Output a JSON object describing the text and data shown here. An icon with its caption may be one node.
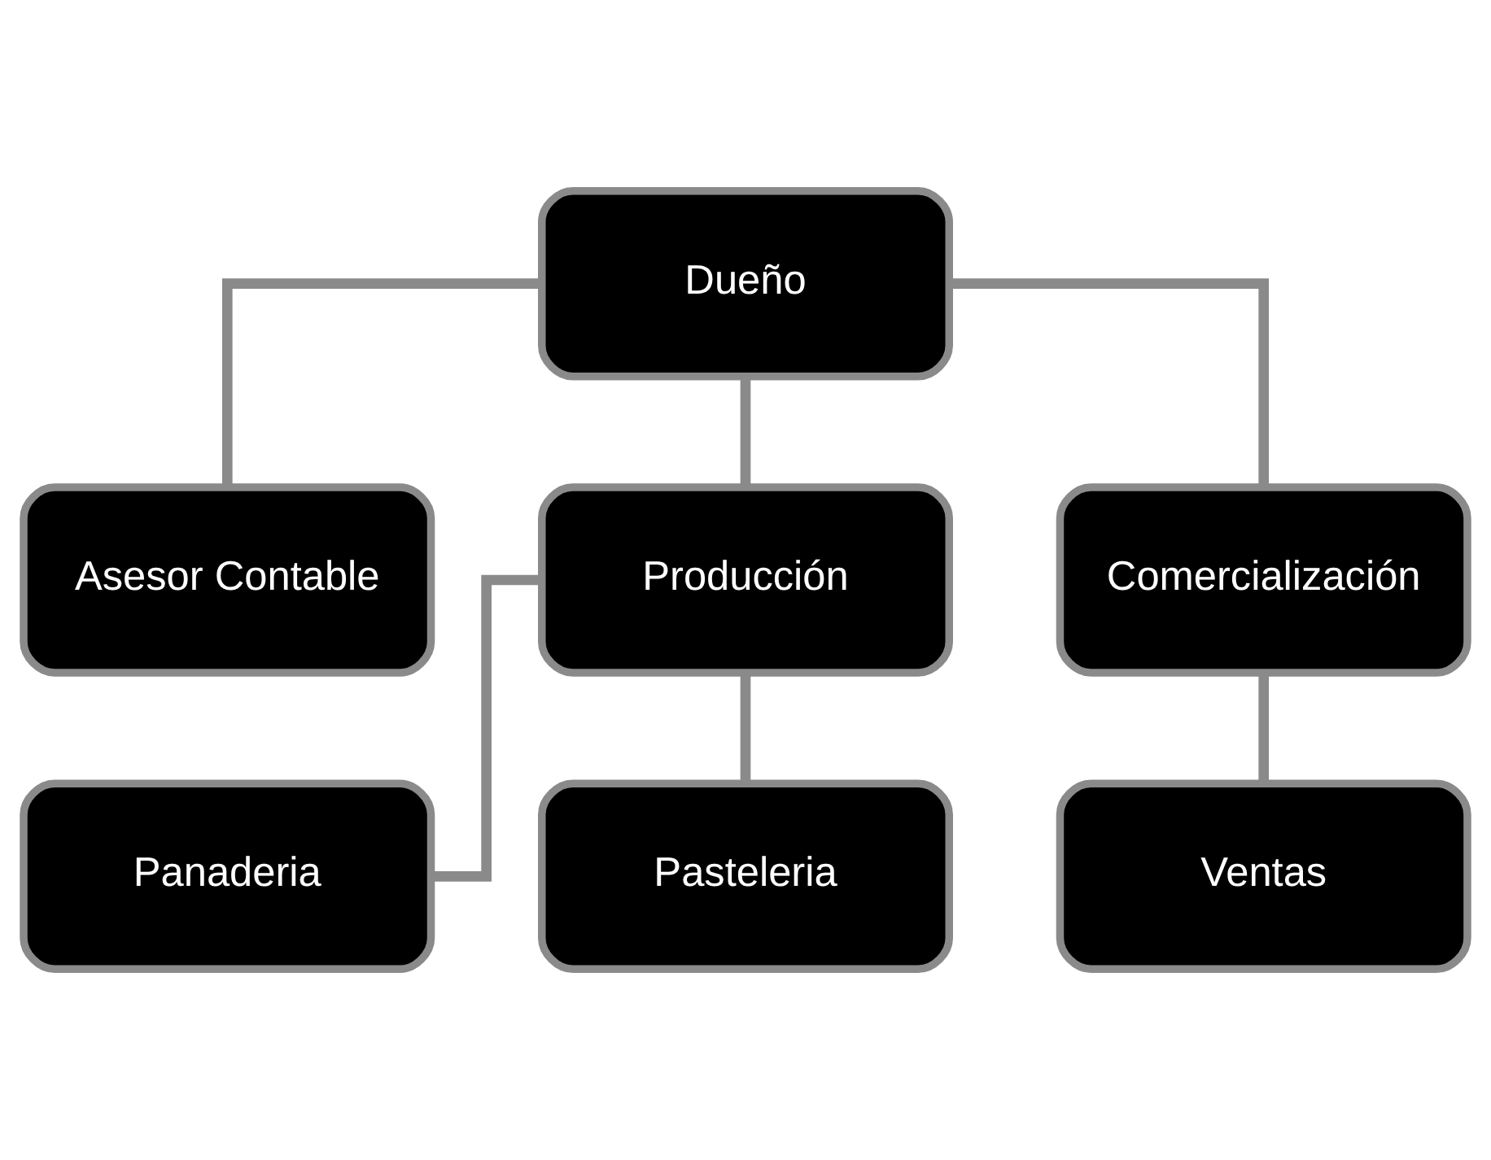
{
  "diagram": {
    "nodes": [
      {
        "text": [
          "Dueño"
        ]
      },
      {
        "text": [
          "Asesor Contable"
        ]
      },
      {
        "text": [
          "Producción"
        ]
      },
      {
        "text": [
          "Comercialización"
        ]
      },
      {
        "text": [
          "Panaderia"
        ]
      },
      {
        "text": [
          "Pasteleria"
        ]
      },
      {
        "text": [
          "Ventas"
        ]
      }
    ],
    "edges": [
      {
        "from": 0,
        "to": 1,
        "arrow": "none"
      },
      {
        "from": 0,
        "to": 2,
        "arrow": "none"
      },
      {
        "from": 0,
        "to": 3,
        "arrow": "none"
      },
      {
        "from": 2,
        "to": 4,
        "arrow": "none"
      },
      {
        "from": 2,
        "to": 5,
        "arrow": "none"
      },
      {
        "from": 3,
        "to": 6,
        "arrow": "none"
      }
    ]
  }
}
